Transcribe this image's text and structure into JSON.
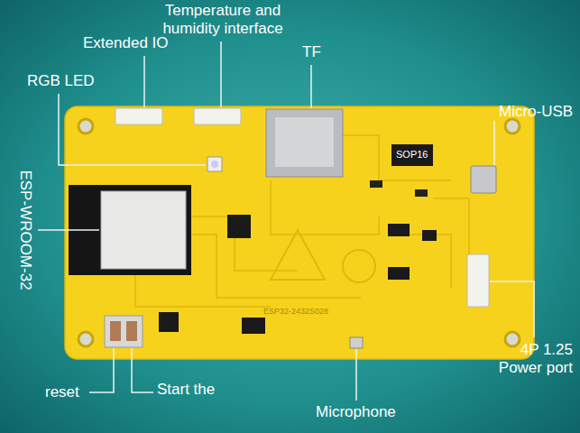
{
  "diagram": {
    "labels": [
      "Temperature and humidity interface",
      "Extended IO",
      "TF",
      "RGB LED",
      "Micro-USB",
      "ESP-WROOM-32",
      "SOP16",
      "ESP32-2432S028",
      "4P 1.25 Power port",
      "reset",
      "Start the",
      "Microphone"
    ]
  }
}
